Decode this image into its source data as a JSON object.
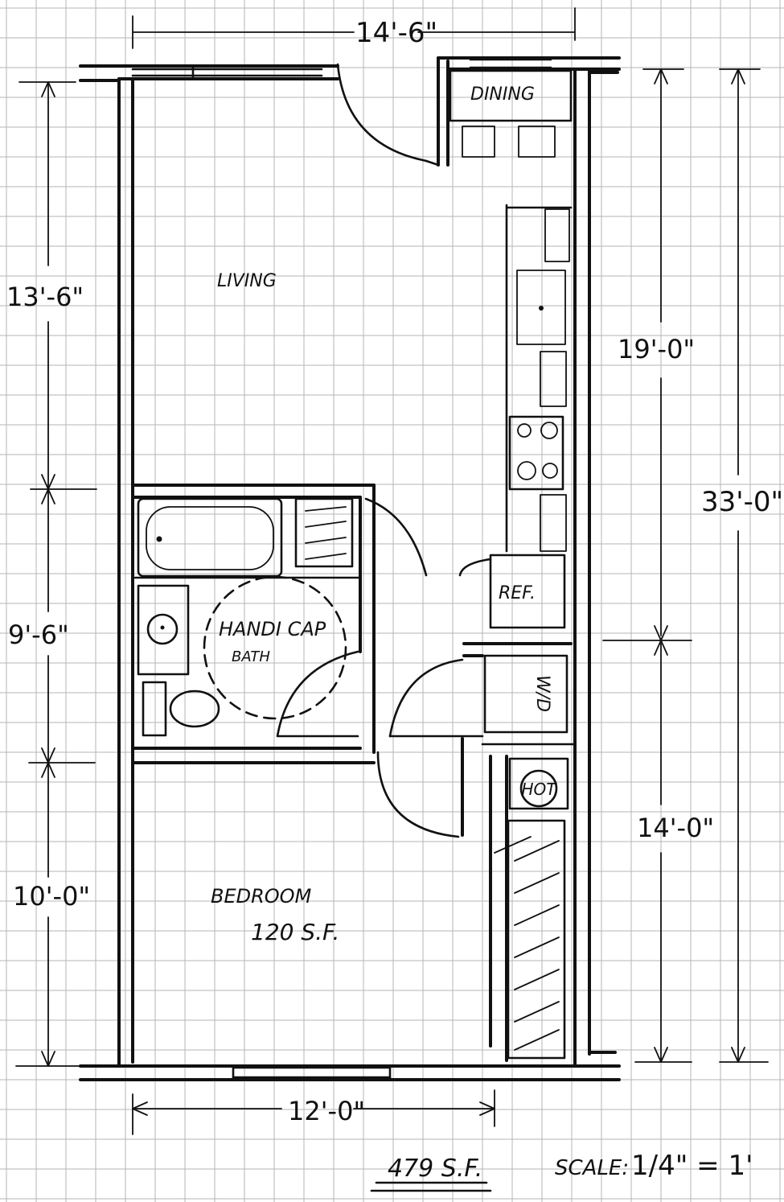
{
  "dimensions": {
    "top_width": "14'-6\"",
    "left_upper": "13'-6\"",
    "left_middle": "9'-6\"",
    "left_lower": "10'-0\"",
    "right_upper": "19'-0\"",
    "right_lower": "14'-0\"",
    "right_total": "33'-0\"",
    "bottom_width": "12'-0\""
  },
  "rooms": {
    "dining": "DINING",
    "living": "LIVING",
    "bath_line1": "HANDI CAP",
    "bath_line2": "BATH",
    "bedroom": "BEDROOM",
    "bedroom_area": "120 S.F.",
    "refrigerator": "REF.",
    "washer_dryer": "W/D",
    "water_heater": "HOT"
  },
  "footer": {
    "total_area": "479 S.F.",
    "scale_label": "SCALE:",
    "scale_value": "1/4\" = 1'"
  }
}
